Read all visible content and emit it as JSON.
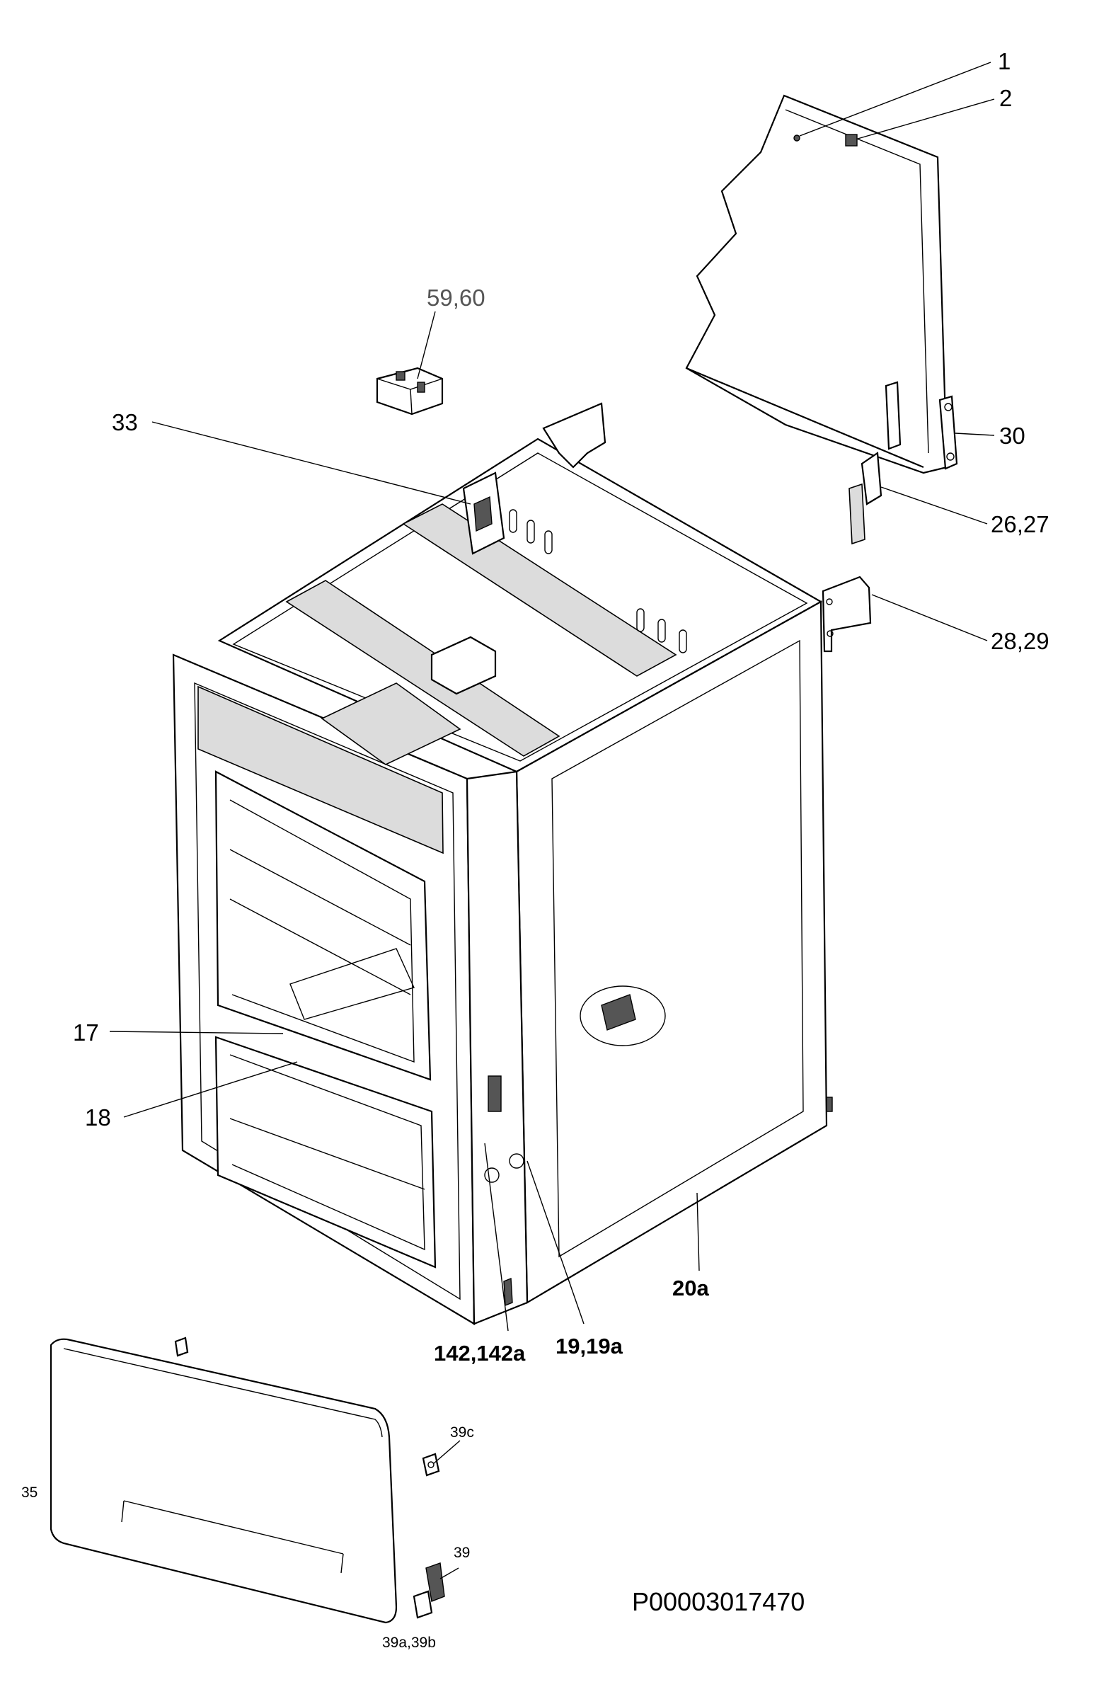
{
  "labels": {
    "l1": "1",
    "l2": "2",
    "l59": "59,60",
    "l33": "33",
    "l30": "30",
    "l26": "26,27",
    "l28": "28,29",
    "l17": "17",
    "l18": "18",
    "l20a": "20a",
    "l142": "142,142a",
    "l19": "19,19a",
    "l39c": "39c",
    "l35": "35",
    "l39": "39",
    "l39a": "39a,39b"
  },
  "drawing_code": "P00003017470"
}
